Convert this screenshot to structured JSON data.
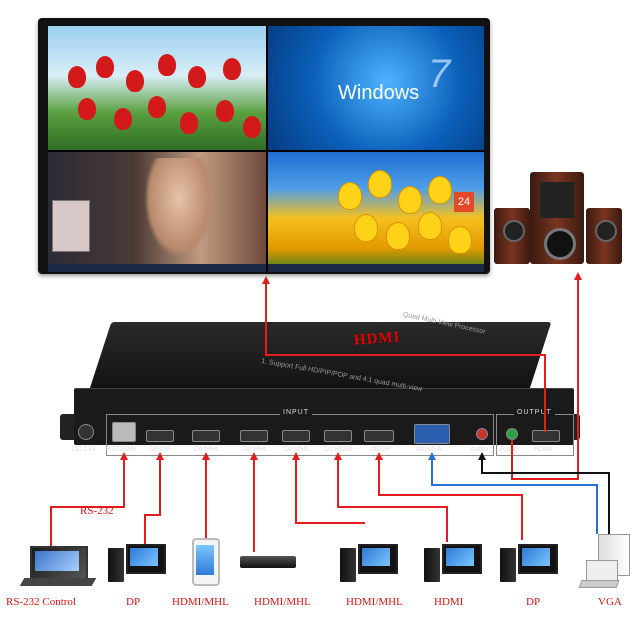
{
  "monitor": {
    "windows_title": "Windows",
    "windows_version": "7",
    "calendar_day": "24"
  },
  "device": {
    "top_label": "Quad Multi View Processor",
    "features": "1. Support Full HD/PIP/POP and 4:1 quad multi-view",
    "hdmi_output_label": "HDMI",
    "input_section": "INPUT",
    "output_section": "OUTPUT",
    "ports": {
      "power": "DC 12V",
      "rs232": "RS232/IR",
      "d5": "D5:DP",
      "d4": "D4:MHL",
      "d3": "D3:MHL",
      "d2": "D2:MHL",
      "d1": "D1:HDMI",
      "d0": "D0:DP",
      "a0": "A0:VGA",
      "audio_in": "Audio",
      "audio_out": "Audio",
      "hdmi_out": "HDMI"
    }
  },
  "sources": {
    "rs232_line": "RS-232",
    "rs232_control": "RS-232 Control",
    "dp1": "DP",
    "hdmi_mhl_phone": "HDMI/MHL",
    "hdmi_mhl_player": "HDMI/MHL",
    "hdmi_mhl_pc": "HDMI/MHL",
    "hdmi_pc": "HDMI",
    "dp2": "DP",
    "vga": "VGA"
  },
  "colors": {
    "hdmi_cable": "#e11d1d",
    "vga_cable": "#2a6fd6",
    "audio_cable": "#111111",
    "label_text": "#dd1111"
  }
}
